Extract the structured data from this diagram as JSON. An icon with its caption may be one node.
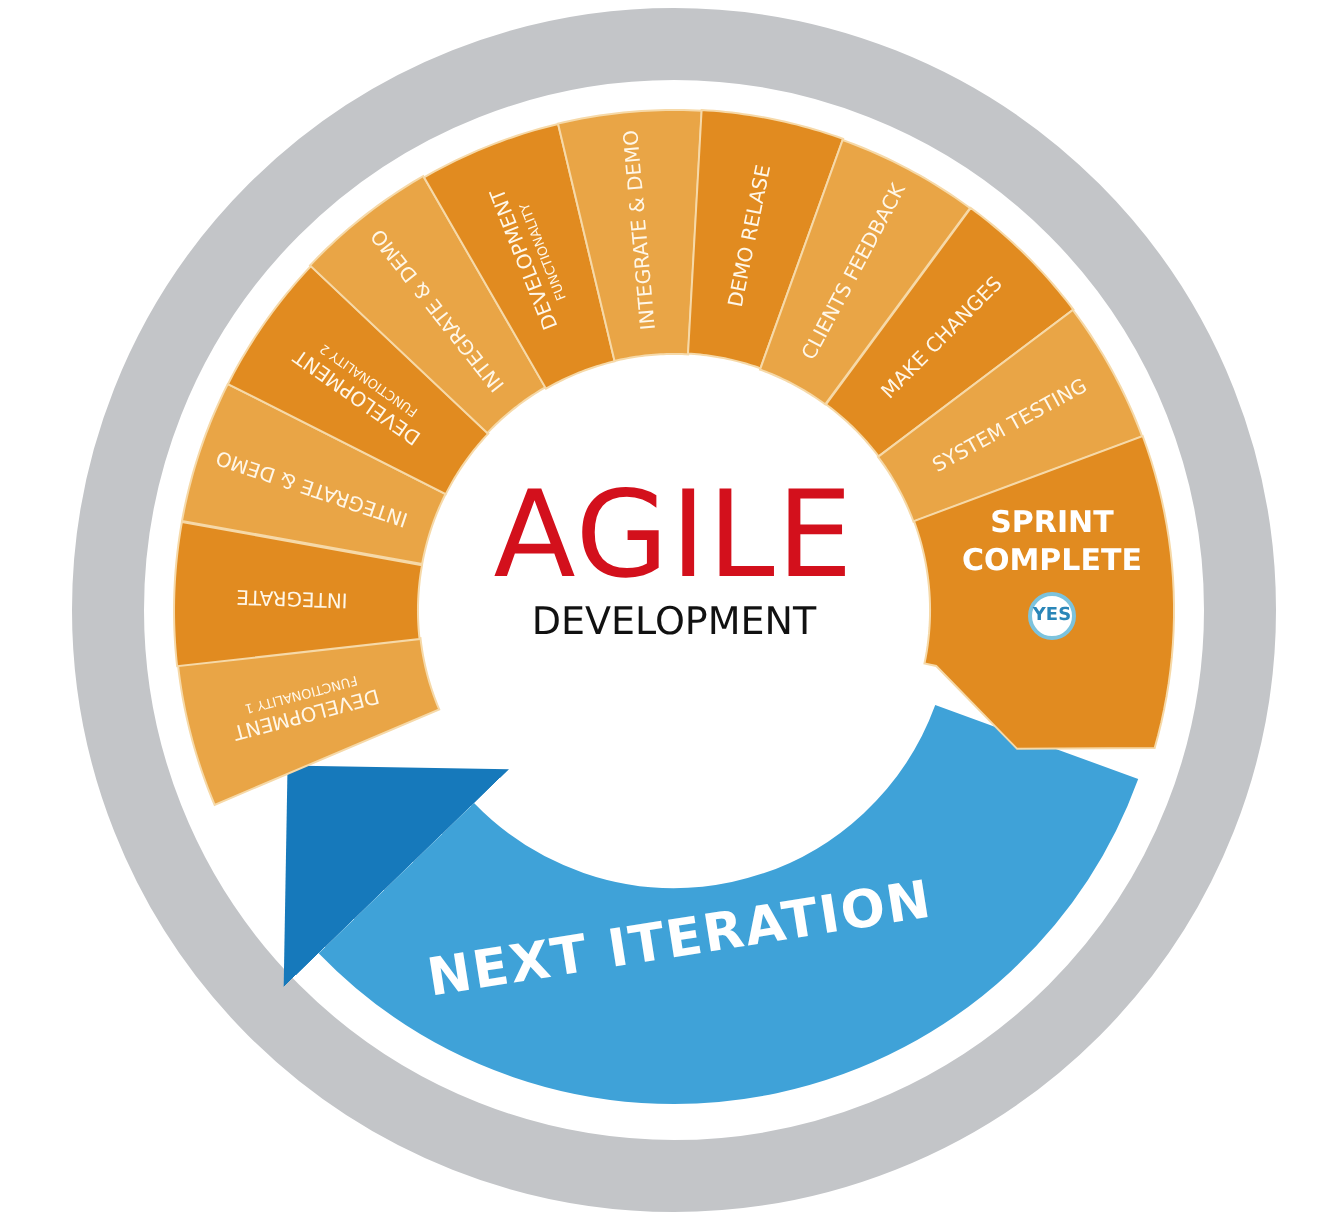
{
  "diagram": {
    "nodes": [
      {
        "text": [
          "DEVELOPMENT",
          "FUNCTIONALITY 1"
        ]
      },
      {
        "text": [
          "INTEGRATE"
        ]
      },
      {
        "text": [
          "INTEGRATE & DEMO"
        ]
      },
      {
        "text": [
          "DEVELOPMENT",
          "FUNCTIONALITY 2"
        ]
      },
      {
        "text": [
          "INTEGRATE & DEMO"
        ]
      },
      {
        "text": [
          "DEVELOPMENT",
          "FUNCTIONALITY"
        ]
      },
      {
        "text": [
          "INTEGRATE & DEMO"
        ]
      },
      {
        "text": [
          "DEMO RELASE"
        ]
      },
      {
        "text": [
          "CLIENTS FEEDBACK"
        ]
      },
      {
        "text": [
          "MAKE CHANGES"
        ]
      },
      {
        "text": [
          "SYSTEM TESTING"
        ]
      },
      {
        "text": [
          "SPRINT COMPLETE"
        ]
      },
      {
        "text": [
          "YES"
        ],
        "in": 11
      }
    ],
    "edges": [
      {
        "from": 11,
        "to": 0,
        "arrow": "to",
        "label": "NEXT ITERATION"
      }
    ],
    "labels": [
      "AGILE",
      "DEVELOPMENT"
    ]
  }
}
